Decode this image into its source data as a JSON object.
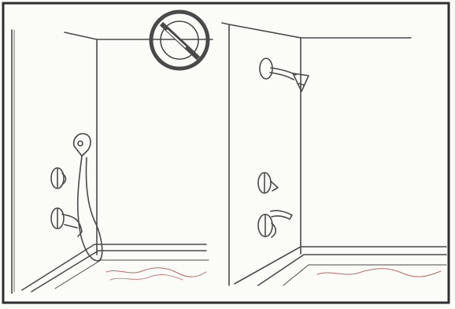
{
  "scene": {
    "type": "illustration",
    "panels": [
      {
        "name": "left-shower-stall",
        "fixtures": [
          "handheld-shower-head",
          "shower-hose",
          "upper-control-knob",
          "lower-control-knob",
          "hand-shower-holder"
        ],
        "prohibited": true
      },
      {
        "name": "right-shower-stall",
        "fixtures": [
          "fixed-shower-head",
          "upper-knob",
          "mixer-valve-handle",
          "lower-knob"
        ],
        "prohibited": false
      }
    ],
    "icons": {
      "prohibition_sign": "prohibited-sign-icon"
    },
    "colors": {
      "line": "#4a4a4a",
      "accent": "#b96b6b",
      "border": "#2f2f2f",
      "background": "#fbfbf8"
    }
  }
}
